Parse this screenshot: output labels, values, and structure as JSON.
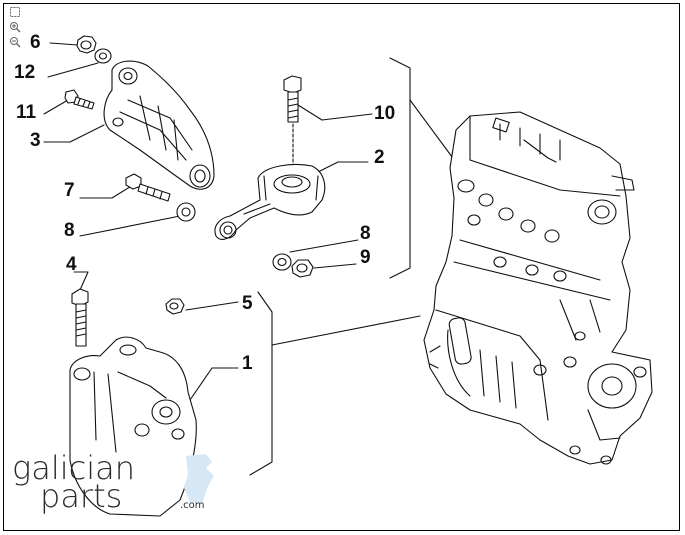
{
  "toolbar": {
    "icons": [
      "fit-page-icon",
      "zoom-in-icon",
      "zoom-out-icon"
    ]
  },
  "callouts": [
    {
      "id": "6",
      "text": "6"
    },
    {
      "id": "12",
      "text": "12"
    },
    {
      "id": "11",
      "text": "11"
    },
    {
      "id": "3",
      "text": "3"
    },
    {
      "id": "7",
      "text": "7"
    },
    {
      "id": "8a",
      "text": "8"
    },
    {
      "id": "4",
      "text": "4"
    },
    {
      "id": "10",
      "text": "10"
    },
    {
      "id": "2",
      "text": "2"
    },
    {
      "id": "8b",
      "text": "8"
    },
    {
      "id": "9",
      "text": "9"
    },
    {
      "id": "5",
      "text": "5"
    },
    {
      "id": "1",
      "text": "1"
    }
  ],
  "logo": {
    "line1": "galician",
    "line2": "parts",
    "suffix": ".com"
  }
}
